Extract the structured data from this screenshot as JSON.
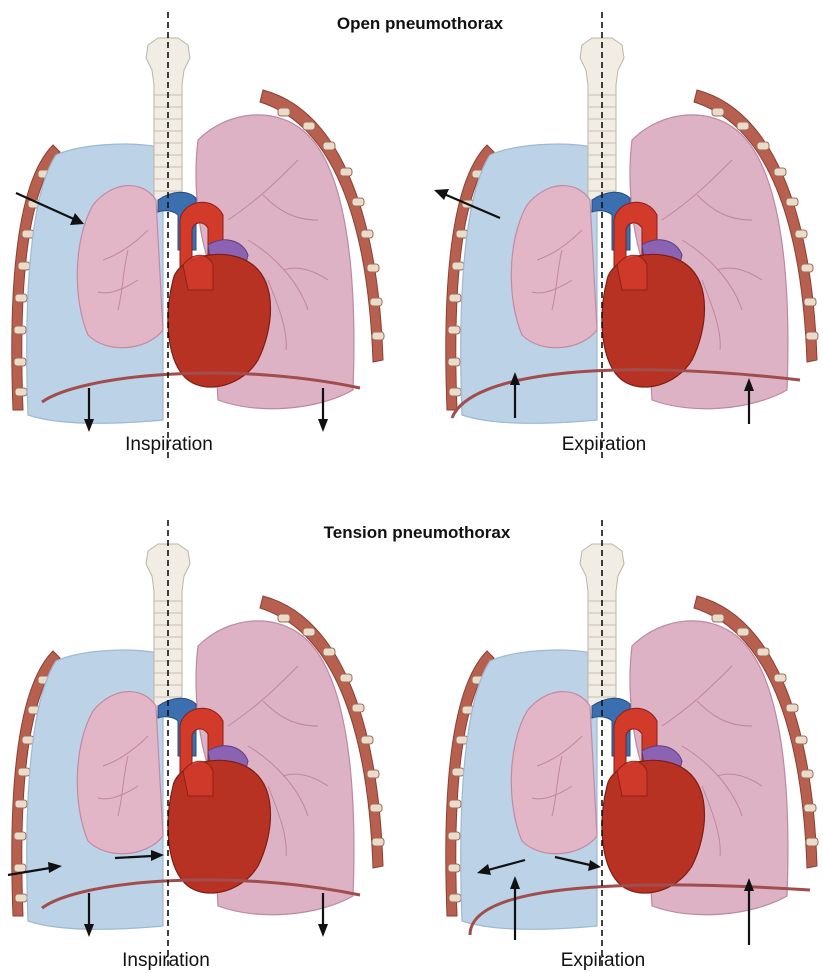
{
  "open": {
    "title": "Open pneumothorax",
    "inspiration_label": "Inspiration",
    "expiration_label": "Expiration"
  },
  "tension": {
    "title": "Tension pneumothorax",
    "inspiration_label": "Inspiration",
    "expiration_label": "Expiration"
  },
  "colors": {
    "pleural_air": "#bcd2e6",
    "lung": "#e2b6c6",
    "heart": "#b83224",
    "artery": "#d23a2a",
    "vein": "#3b6fb0"
  }
}
